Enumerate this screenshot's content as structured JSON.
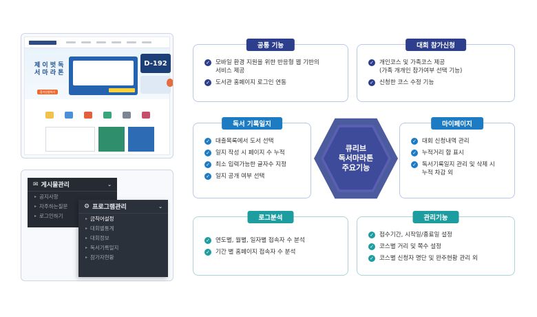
{
  "admin": {
    "menu1": {
      "title": "게시물관리",
      "items": [
        "공지사항",
        "자주하는질문",
        "로그인하기"
      ]
    },
    "menu2": {
      "title": "프로그램관리",
      "items": [
        "금칙어설정",
        "대회별통계",
        "대회정보",
        "독서기록일지",
        "참가자현황"
      ]
    }
  },
  "web": {
    "hero_title": "제 이 벗 독 서 마 라 톤",
    "dday": "D-192",
    "hero_button": "참가신청하기"
  },
  "center": {
    "title": "큐리브\n독서마라톤\n주요기능"
  },
  "cards": {
    "common": {
      "title": "공통 기능",
      "items": [
        "모바일 환경 지원을 위한 반응형 웹 기반의\n서비스 제공",
        "도서관 홈페이지 로그인 연동"
      ]
    },
    "register": {
      "title": "대회 참가신청",
      "items": [
        "개인코스 및 가족코스 제공\n(가족 개개인 참가여부 선택 기능)",
        "신청한 코스 수정 기능"
      ]
    },
    "log": {
      "title": "독서 기록일지",
      "items": [
        "대출목록에서 도서 선택",
        "일지 작성 시 페이지 수 누적",
        "최소 입력가능한 글자수 지정",
        "일지 공개 여부 선택"
      ]
    },
    "mypage": {
      "title": "마이페이지",
      "items": [
        "대회 신청내역 관리",
        "누적거리 합 표시",
        "독서기록일지 관리 및 삭제 시\n누적 차감 외"
      ]
    },
    "analytics": {
      "title": "로그분석",
      "items": [
        "연도별, 월별, 일자별 접속자 수 분석",
        "기간 별 홈페이지 접속자 수 분석"
      ]
    },
    "manage": {
      "title": "관리기능",
      "items": [
        "접수기간, 시작일/종료일 설정",
        "코스별 거리 및 쪽수 설정",
        "코스별 신청자 명단 및 완주현황 관리 외"
      ]
    }
  },
  "colors": {
    "navy": "#2c3e8c",
    "blue": "#1d7bc4",
    "teal": "#1e9da1"
  }
}
